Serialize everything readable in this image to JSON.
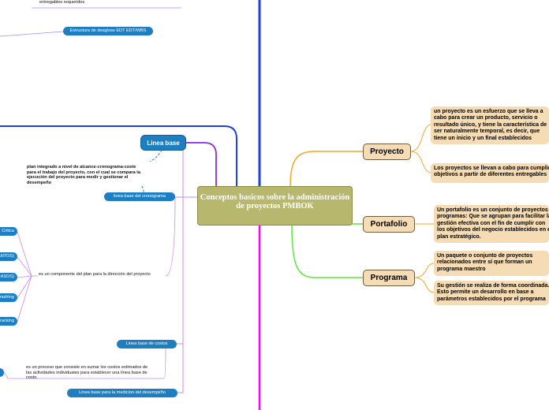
{
  "central": {
    "title": "Conceptos basicos sobre la administración de proyectos PMBOK"
  },
  "proyecto": {
    "label": "Proyecto",
    "desc1": [
      "un proyecto es un esfuerzo que se lleva a",
      "cabo para crear un producto, servicio o",
      "resultado único, y tiene la característica de",
      "ser naturalmente temporal, es decir, que",
      "tiene un inicio y un final establecidos"
    ],
    "desc2": [
      "Los proyectos se llevan a cabo para cumplir",
      "objetivos a partir de diferentes entregables"
    ]
  },
  "portafolio": {
    "label": "Portafolio",
    "desc1": [
      "Un portafolio es un conjunto de proyectos y",
      "programas: Que se agrupan para facilitar la",
      "gestión efectiva con el fin de cumplir con",
      "los objetivos del negocio establecidos en el",
      "plan estratégico."
    ]
  },
  "programa": {
    "label": "Programa",
    "desc1": [
      "Un paquete o conjunto de proyectos",
      "relacionados entre sí que forman un",
      "programa maestro"
    ],
    "desc2": [
      "Su gestión se realiza de forma coordinada.",
      "Esto permite un desarrollo en base a",
      "parámetros establecidos por el programa"
    ]
  },
  "left": {
    "top_fragment": "entregables requeridos",
    "edt_label": "Estructura de desglose EDT EDT/WBS",
    "linea_base": "Linea base",
    "note_lines": [
      "plan integrado a nivel de alcance-cronograma-coste",
      "para el trabajo del proyecto, con el cual se compara la",
      "ejecución del proyecto para medir y gestionar el",
      "desempeño"
    ],
    "cronograma_label": "linea base del cronograma",
    "componente_text": "es un componente del plan para la dirección del proyecto",
    "edge_items": [
      "Critica",
      "(ADELANTOS)",
      "(RETRASOS)",
      "Crashing",
      "Fast Tracking"
    ],
    "costos_label": "Linea base de costos",
    "proceso_lines": [
      "es un proceso que consiste en sumar los costos estimados de",
      "las actividades individuales para establecer una línea base de",
      "costo."
    ],
    "medicion_label": "Linea base para la medicion del desempeño"
  },
  "colors": {
    "blue_branch": "#1c3fe8",
    "magenta_branch": "#ff00ff",
    "orange_branch": "#f5a623",
    "green_branch": "#5ee63a",
    "violet_branch": "#8a2be2",
    "node_blue": "#1d7fc2",
    "central": "#b7b86e",
    "sub_topic": "#f5dcb5"
  }
}
